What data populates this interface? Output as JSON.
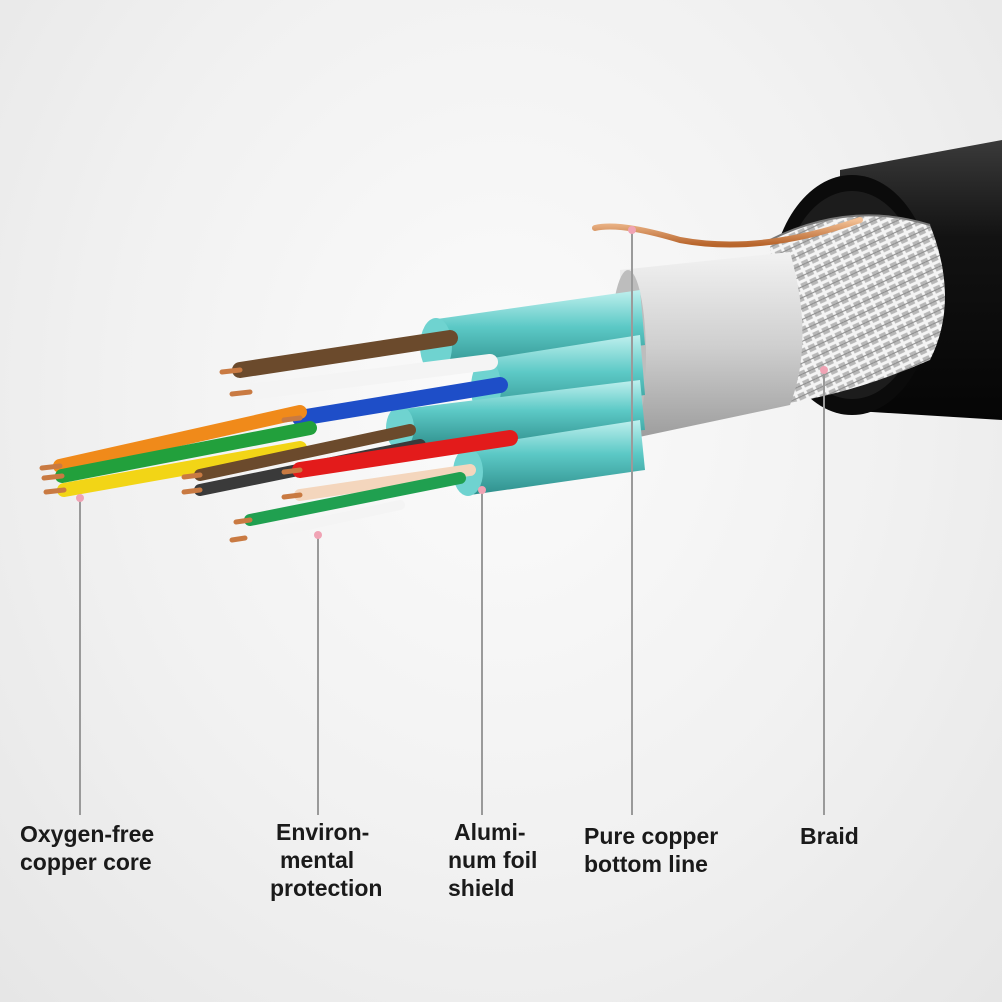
{
  "labels": {
    "copper_core": {
      "line1": "Oxygen-free",
      "line2": "copper core"
    },
    "environmental": {
      "line1": "Environ-",
      "line2": "mental",
      "line3": "protection"
    },
    "foil_shield": {
      "line1": "Alumi-",
      "line2": "num foil",
      "line3": "shield"
    },
    "bottom_line": {
      "line1": "Pure copper",
      "line2": "bottom line"
    },
    "braid": {
      "line1": "Braid"
    }
  },
  "colors": {
    "jacket": "#161616",
    "foil": "#6fd3d0",
    "shield_silver": "#d8d8d8",
    "copper": "#d9874f",
    "leader_line": "#9a9a9a",
    "marker_dot": "#f0a3b4",
    "wires": [
      "#6b4a2c",
      "#f4f4f4",
      "#1e4ec8",
      "#f08a1a",
      "#22a03c",
      "#f2d516",
      "#e31b1b",
      "#3a3a3a",
      "#20a050"
    ]
  }
}
